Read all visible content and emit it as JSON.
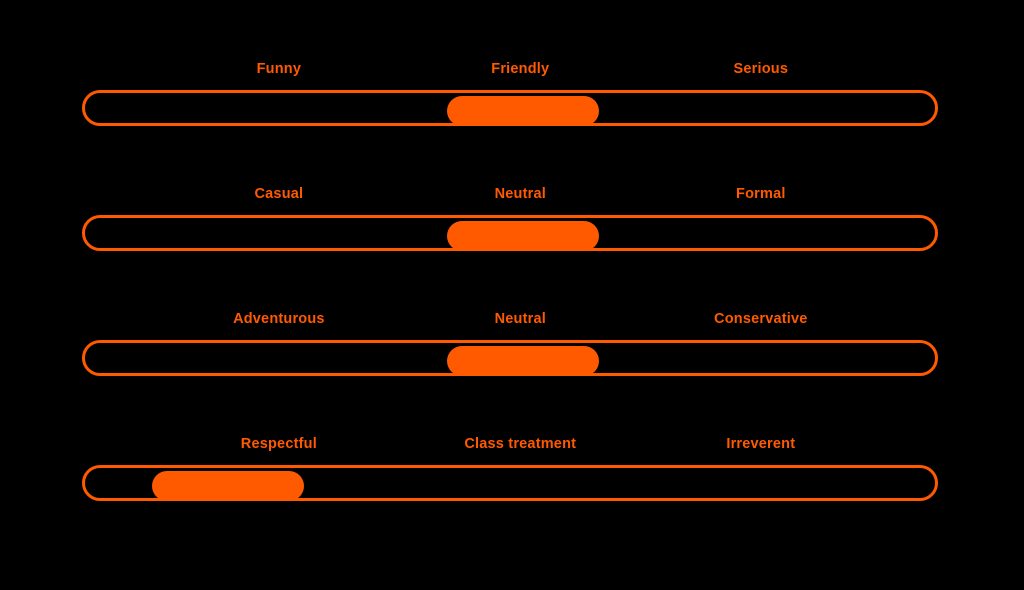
{
  "theme": {
    "background": "#000000",
    "accent": "#FF5A00",
    "label_color": "#FF5A00",
    "track_border": "#FF5A00",
    "thumb_fill": "#FF5A00"
  },
  "sliders": [
    {
      "name": "humor-tone",
      "left_label": "Funny",
      "center_label": "Friendly",
      "right_label": "Serious",
      "thumb_left_pct": 42.6,
      "thumb_width_pct": 17.9,
      "value_pct": 51.6
    },
    {
      "name": "formality-tone",
      "left_label": "Casual",
      "center_label": "Neutral",
      "right_label": "Formal",
      "thumb_left_pct": 42.6,
      "thumb_width_pct": 17.9,
      "value_pct": 51.6
    },
    {
      "name": "risk-tone",
      "left_label": "Adventurous",
      "center_label": "Neutral",
      "right_label": "Conservative",
      "thumb_left_pct": 42.6,
      "thumb_width_pct": 17.9,
      "value_pct": 51.6
    },
    {
      "name": "respect-tone",
      "left_label": "Respectful",
      "center_label": "Class treatment",
      "right_label": "Irreverent",
      "thumb_left_pct": 7.9,
      "thumb_width_pct": 17.9,
      "value_pct": 16.9
    }
  ]
}
